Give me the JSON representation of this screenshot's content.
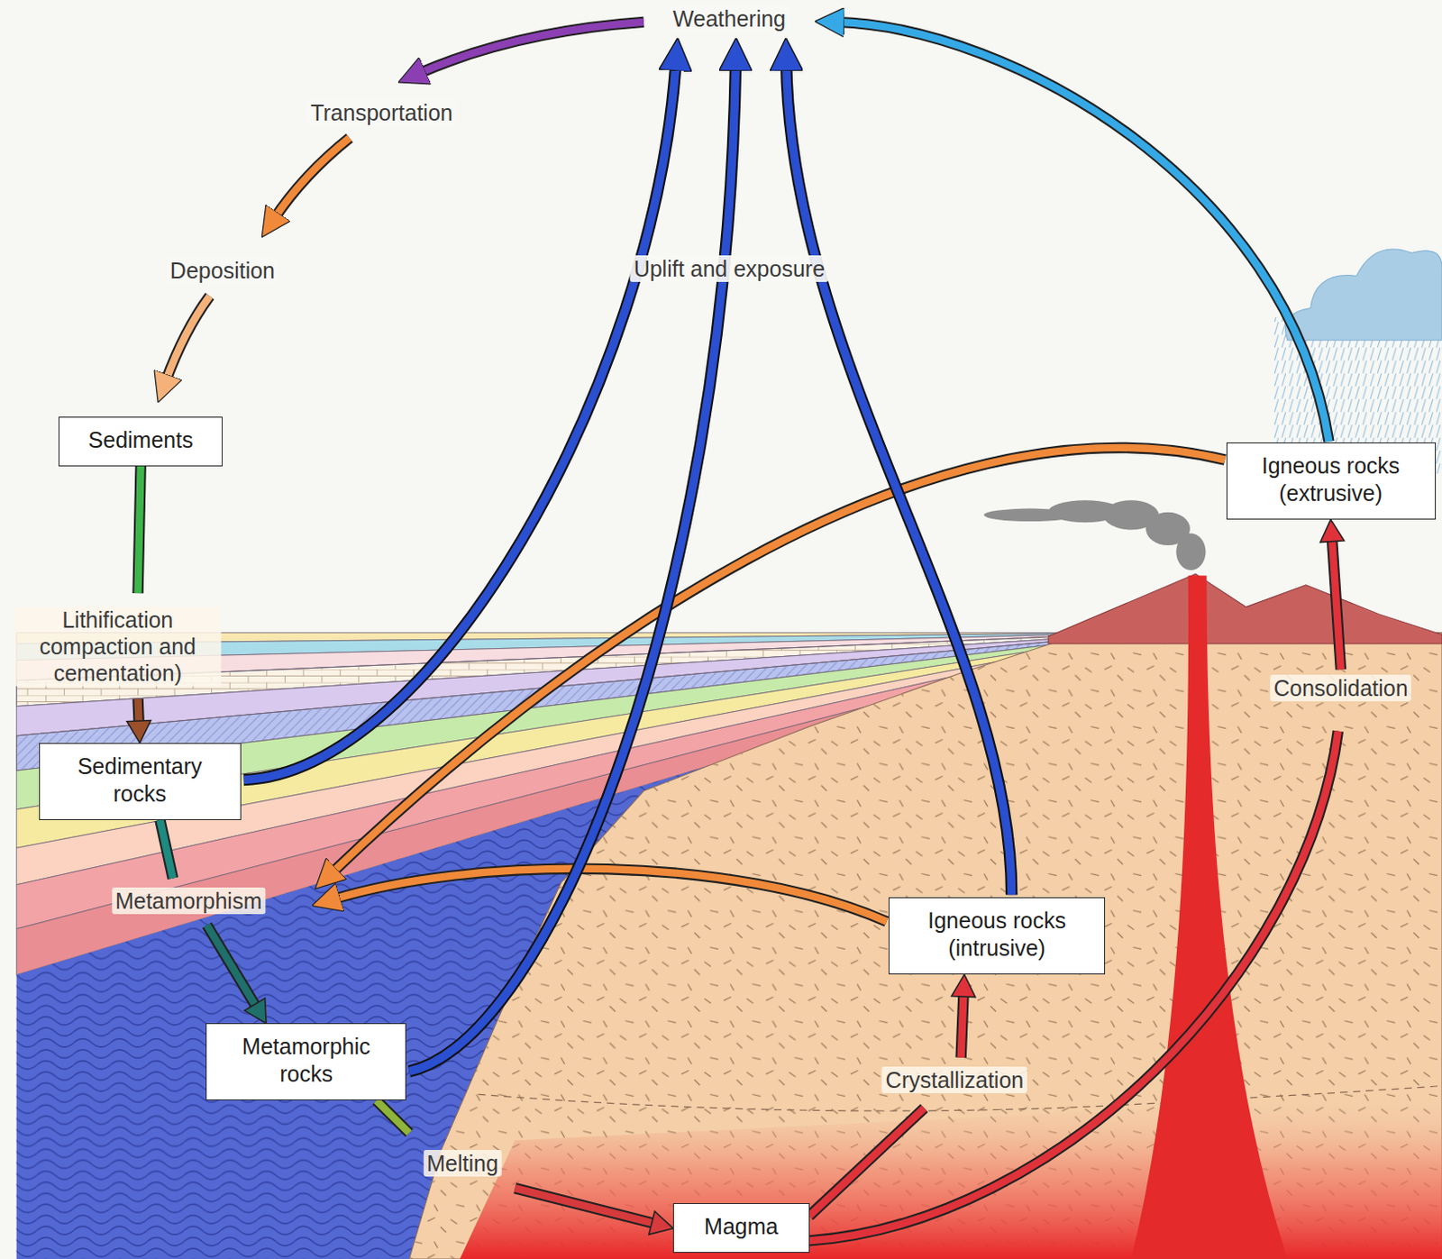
{
  "diagram": {
    "nodes": [
      {
        "text": [
          "Sediments"
        ]
      },
      {
        "text": [
          "Igneous rocks (extrusive)"
        ]
      },
      {
        "text": [
          "Sedimentary rocks"
        ]
      },
      {
        "text": [
          "Igneous rocks (intrusive)"
        ]
      },
      {
        "text": [
          "Metamorphic rocks"
        ]
      },
      {
        "text": [
          "Magma"
        ]
      }
    ],
    "edges": [
      {
        "from": 0,
        "to": 2,
        "label": "Lithification compaction and cementation)",
        "arrow": "to"
      },
      {
        "from": 2,
        "to": 4,
        "label": "Metamorphism",
        "arrow": "to"
      },
      {
        "from": 4,
        "to": 5,
        "label": "Melting",
        "arrow": "to"
      },
      {
        "from": 5,
        "to": 3,
        "label": "Crystallization",
        "arrow": "to"
      },
      {
        "from": 5,
        "to": 1,
        "label": "Consolidation",
        "arrow": "to"
      }
    ],
    "labels": [
      "Weathering",
      "Transportation",
      "Deposition",
      "Uplift and exposure"
    ]
  }
}
